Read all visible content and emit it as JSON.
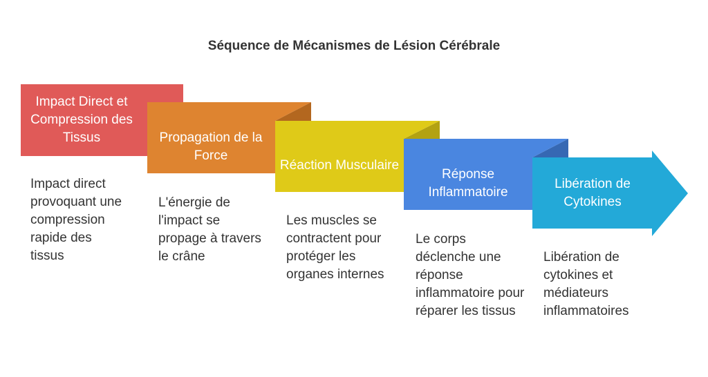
{
  "title": "Séquence de Mécanismes de Lésion Cérébrale",
  "colors": {
    "step1": "#e05a58",
    "step1_fold": "#b64543",
    "step2": "#de8430",
    "step2_fold": "#b3671f",
    "step3": "#dfca18",
    "step3_fold": "#b3a212",
    "step4": "#4a86e0",
    "step4_fold": "#3668b3",
    "step5": "#23a9d8",
    "text": "#333333"
  },
  "steps": [
    {
      "label": "Impact Direct et Compression des Tissus",
      "description": "Impact direct provoquant une compression rapide des tissus"
    },
    {
      "label": "Propagation de la Force",
      "description": "L'énergie de l'impact se propage à travers le crâne"
    },
    {
      "label": "Réaction Musculaire",
      "description": "Les muscles se contractent pour protéger les organes internes"
    },
    {
      "label": "Réponse Inflammatoire",
      "description": "Le corps déclenche une réponse inflammatoire pour réparer les tissus"
    },
    {
      "label": "Libération de Cytokines",
      "description": "Libération de cytokines et médiateurs inflammatoires"
    }
  ]
}
